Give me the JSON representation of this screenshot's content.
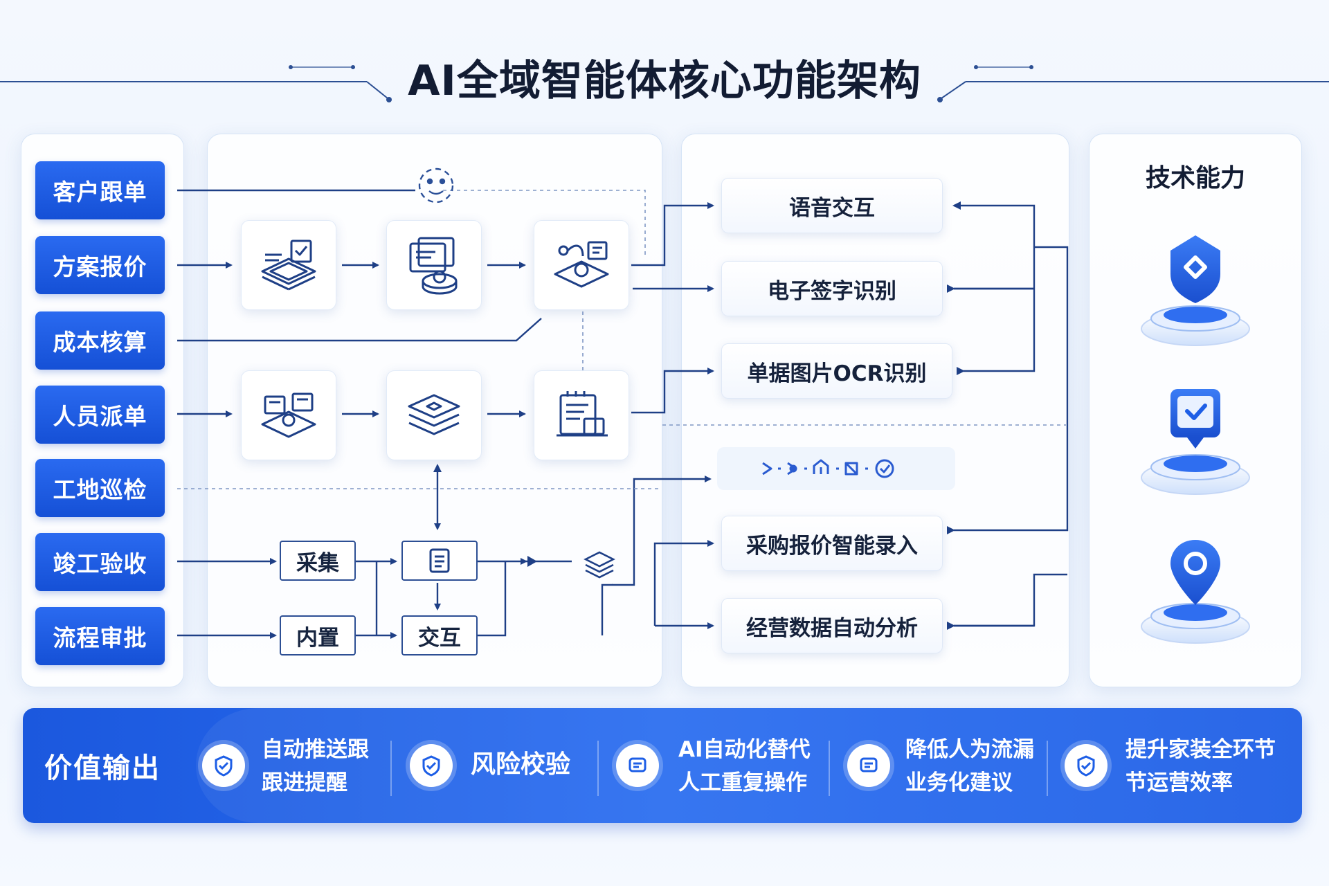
{
  "title": "AI全域智能体核心功能架构",
  "business_modules": [
    {
      "id": "customer-follow",
      "label": "客户跟单"
    },
    {
      "id": "quotation",
      "label": "方案报价"
    },
    {
      "id": "cost-accounting",
      "label": "成本核算"
    },
    {
      "id": "dispatch",
      "label": "人员派单"
    },
    {
      "id": "site-inspection",
      "label": "工地巡检"
    },
    {
      "id": "completion-acceptance",
      "label": "竣工验收"
    },
    {
      "id": "process-approval",
      "label": "流程审批"
    }
  ],
  "process_boxes": {
    "collect": "采集",
    "builtin": "内置",
    "interact": "交互"
  },
  "features": [
    {
      "id": "voice",
      "label": "语音交互"
    },
    {
      "id": "e-sign",
      "label": "电子签字识别"
    },
    {
      "id": "ocr",
      "label": "单据图片OCR识别"
    },
    {
      "id": "purchase",
      "label": "采购报价智能录入"
    },
    {
      "id": "analytics",
      "label": "经营数据自动分析"
    }
  ],
  "tech": {
    "title": "技术能力",
    "icons": [
      "shield-icon",
      "chat-check-icon",
      "location-pin-icon"
    ]
  },
  "value_output": {
    "label": "价值输出",
    "items": [
      {
        "line1": "自动推送跟",
        "line2": "跟进提醒",
        "icon": "check-shield-icon"
      },
      {
        "line1": "风险校验",
        "line2": "",
        "icon": "check-shield-icon"
      },
      {
        "line1": "AI自动化替代",
        "line2": "人工重复操作",
        "icon": "message-icon"
      },
      {
        "line1": "降低人为流漏",
        "line2": "业务化建议",
        "icon": "message-icon"
      },
      {
        "line1": "提升家装全环节",
        "line2": "节运营效率",
        "icon": "check-shield-icon"
      }
    ]
  },
  "colors": {
    "primary": "#1d5ee6",
    "line": "#1e3f86",
    "background": "#eef4fd"
  }
}
